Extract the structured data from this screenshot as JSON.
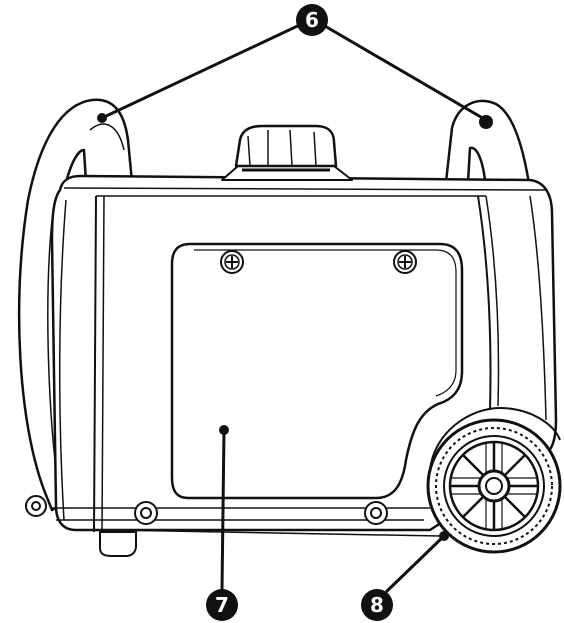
{
  "callouts": {
    "six": "6",
    "seven": "7",
    "eight": "8"
  },
  "colors": {
    "ink": "#111111",
    "paper": "#ffffff",
    "callout_fill": "#111111",
    "callout_text": "#ffffff"
  },
  "icons": {
    "panel_screw": "phillips-screw-icon",
    "base_bolt": "hex-bolt-icon",
    "wheel": "wheel-icon"
  }
}
